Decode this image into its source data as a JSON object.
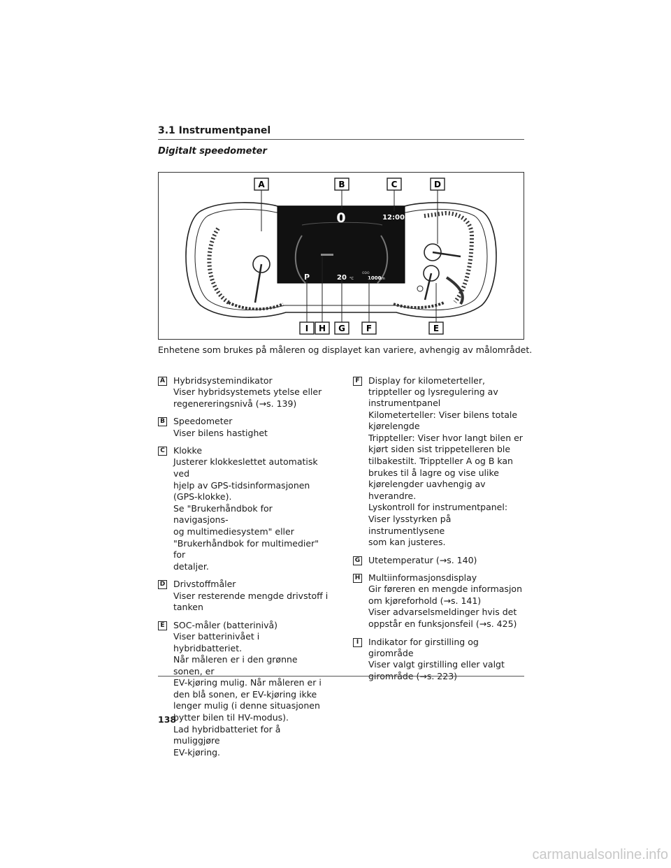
{
  "header": {
    "section": "3.1 Instrumentpanel"
  },
  "subtitle": "Digitalt speedometer",
  "figure": {
    "callouts": [
      "A",
      "B",
      "C",
      "D",
      "I",
      "H",
      "G",
      "F",
      "E"
    ],
    "speed": "0",
    "clock": "12:00",
    "gear": "P",
    "temp": "20",
    "temp_unit": "°C",
    "odo_label": "ODO",
    "odo_value": "1000",
    "odo_unit": "km"
  },
  "caption": "Enhetene som brukes på måleren og displayet kan variere, avhengig av målområdet.",
  "items_left": [
    {
      "letter": "A",
      "title": "Hybridsystemindikator",
      "desc": "Viser hybridsystemets ytelse eller\nregenereringsnivå (→s. 139)"
    },
    {
      "letter": "B",
      "title": "Speedometer",
      "desc": "Viser bilens hastighet"
    },
    {
      "letter": "C",
      "title": "Klokke",
      "desc": "Justerer klokkeslettet automatisk ved\nhjelp av GPS-tidsinformasjonen\n(GPS-klokke).\nSe \"Brukerhåndbok for navigasjons-\nog multimediesystem\" eller\n\"Brukerhåndbok for multimedier\" for\ndetaljer."
    },
    {
      "letter": "D",
      "title": "Drivstoffmåler",
      "desc": "Viser resterende mengde drivstoff i\ntanken"
    },
    {
      "letter": "E",
      "title": "SOC-måler (batterinivå)",
      "desc": "Viser batterinivået i hybridbatteriet.\nNår måleren er i den grønne sonen, er\nEV-kjøring mulig. Når måleren er i\nden blå sonen, er EV-kjøring ikke\nlenger mulig (i denne situasjonen\nbytter bilen til HV-modus).\nLad hybridbatteriet for å muliggjøre\nEV-kjøring."
    }
  ],
  "items_right": [
    {
      "letter": "F",
      "title": "Display for kilometerteller, trippteller og lysregulering av instrumentpanel",
      "desc": "Kilometerteller: Viser bilens totale\nkjørelengde\nTrippteller: Viser hvor langt bilen er\nkjørt siden sist trippetelleren ble\ntilbakestilt. Trippteller A og B kan\nbrukes til å lagre og vise ulike\nkjørelengder uavhengig av\nhverandre.\nLyskontroll for instrumentpanel:\nViser lysstyrken på instrumentlysene\nsom kan justeres."
    },
    {
      "letter": "G",
      "title": "Utetemperatur (→s. 140)",
      "desc": ""
    },
    {
      "letter": "H",
      "title": "Multiinformasjonsdisplay",
      "desc": "Gir føreren en mengde informasjon\nom kjøreforhold (→s. 141)\nViser advarselsmeldinger hvis det\noppstår en funksjonsfeil (→s. 425)"
    },
    {
      "letter": "I",
      "title": "Indikator for girstilling og girområde",
      "desc": "Viser valgt girstilling eller valgt\ngirområde (→s. 223)"
    }
  ],
  "page_number": "138",
  "watermark": "carmanualsonline.info"
}
